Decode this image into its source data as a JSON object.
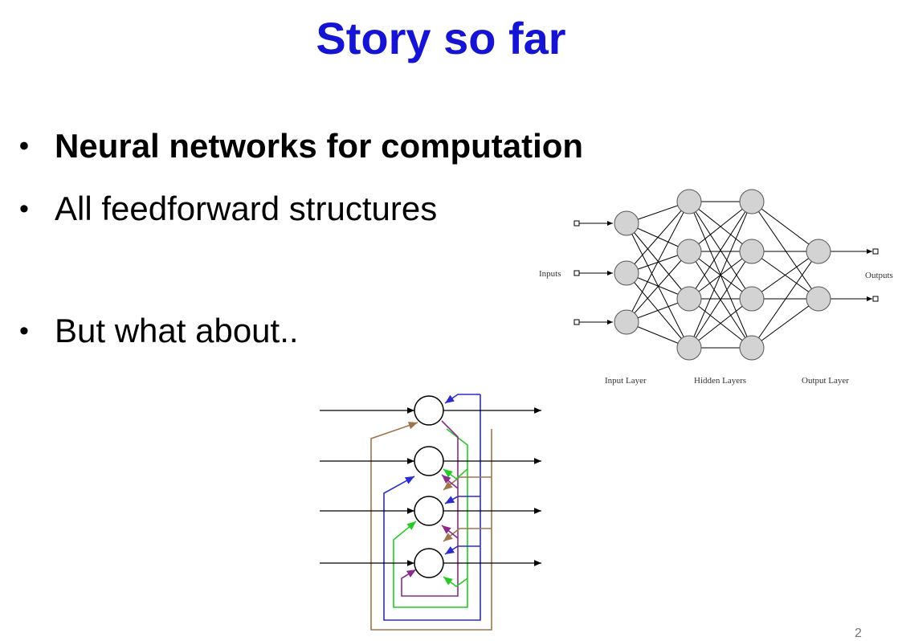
{
  "slide": {
    "title": "Story so far",
    "bullets": [
      "Neural networks for computation",
      "All feedforward structures",
      "But what about.."
    ],
    "bullet_symbol": "•",
    "page_number": "2"
  },
  "feedforward_diagram": {
    "inputs_label": "Inputs",
    "outputs_label": "Outputs",
    "layer_labels": [
      "Input Layer",
      "Hidden Layers",
      "Output Layer"
    ],
    "node_color": "#d3d3d3"
  },
  "recurrent_diagram": {
    "loop_colors": [
      "#2b2bd0",
      "#a0744a",
      "#22cc22",
      "#8b2b8b"
    ]
  },
  "colors": {
    "title": "#1414d2",
    "text": "#000000"
  }
}
